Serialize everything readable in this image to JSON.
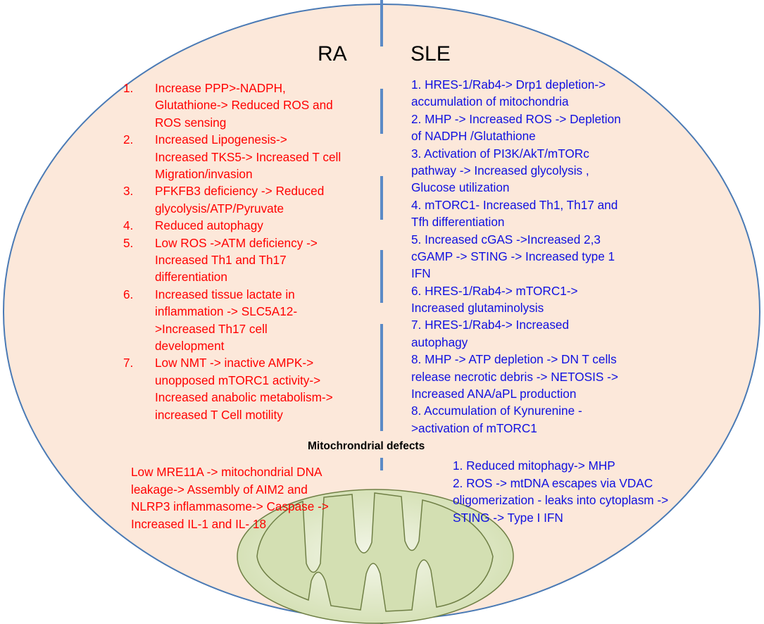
{
  "headers": {
    "left": "RA",
    "right": "SLE"
  },
  "colors": {
    "cell_fill": "#fce8da",
    "cell_stroke": "#4a7ab5",
    "ra_text": "#ff0000",
    "sle_text": "#1010e0",
    "mito_fill": "#d9e4bd",
    "mito_stroke": "#7a8f3a"
  },
  "ra_items": [
    {
      "num": "1.",
      "lines": [
        "Increase PPP>-NADPH,",
        "Glutathione-> Reduced ROS and",
        "ROS sensing"
      ]
    },
    {
      "num": "2.",
      "lines": [
        "Increased Lipogenesis->",
        "Increased TKS5-> Increased T cell",
        "Migration/invasion"
      ]
    },
    {
      "num": "3.",
      "lines": [
        "PFKFB3 deficiency -> Reduced",
        "glycolysis/ATP/Pyruvate"
      ]
    },
    {
      "num": "4.",
      "lines": [
        "Reduced autophagy"
      ]
    },
    {
      "num": "5.",
      "lines": [
        "Low ROS ->ATM deficiency ->",
        "Increased Th1 and Th17",
        "differentiation"
      ]
    },
    {
      "num": "6.",
      "lines": [
        "Increased  tissue lactate in",
        "inflammation -> SLC5A12-",
        ">Increased Th17 cell",
        "development"
      ]
    },
    {
      "num": "7.",
      "lines": [
        "Low NMT -> inactive AMPK->",
        "unopposed mTORC1 activity->",
        "Increased anabolic metabolism->",
        "increased T Cell motility"
      ]
    }
  ],
  "sle_lines": [
    "1. HRES-1/Rab4-> Drp1 depletion->",
    "accumulation of mitochondria",
    "2. MHP -> Increased ROS -> Depletion",
    "of NADPH /Glutathione",
    "3. Activation of PI3K/AkT/mTORc",
    "pathway -> Increased glycolysis ,",
    "Glucose utilization",
    "4. mTORC1- Increased Th1, Th17 and",
    "Tfh differentiation",
    "5. Increased cGAS ->Increased 2,3",
    "cGAMP -> STING -> Increased type 1",
    "IFN",
    "6. HRES-1/Rab4-> mTORC1->",
    "Increased glutaminolysis",
    "7. HRES-1/Rab4-> Increased",
    "autophagy",
    "8. MHP -> ATP depletion -> DN T cells",
    "release necrotic debris -> NETOSIS ->",
    "Increased ANA/aPL production",
    "8. Accumulation of Kynurenine -",
    ">activation of mTORC1"
  ],
  "mito": {
    "title": "Mitochrondrial defects",
    "ra_lines": [
      "Low MRE11A -> mitochondrial DNA",
      "leakage-> Assembly of AIM2 and",
      "NLRP3 inflammasome-> Caspase ->",
      "Increased IL-1 and IL- 18"
    ],
    "sle_lines": [
      "1. Reduced mitophagy-> MHP",
      "2. ROS -> mtDNA escapes via VDAC",
      "oligomerization -  leaks into cytoplasm ->",
      "STING -> Type I IFN"
    ]
  }
}
